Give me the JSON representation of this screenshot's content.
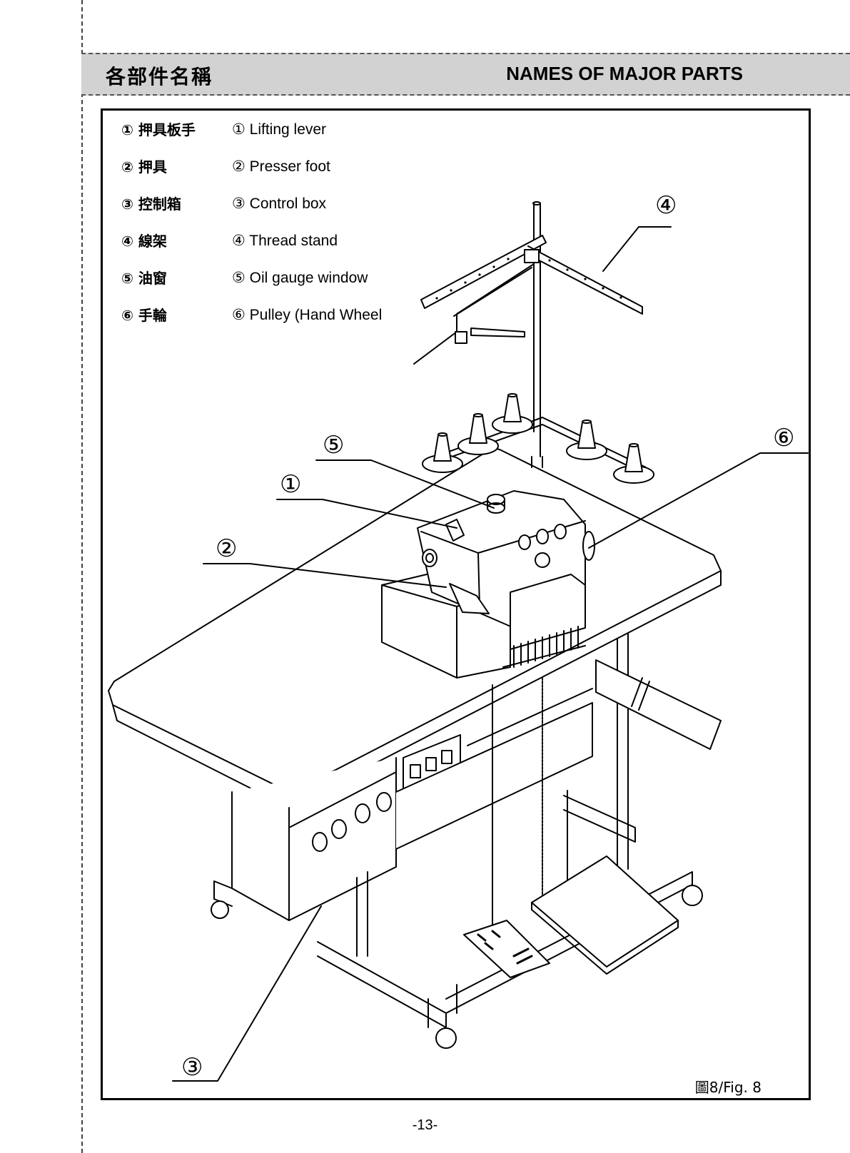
{
  "header": {
    "title_zh": "各部件名稱",
    "title_en": "NAMES OF MAJOR PARTS"
  },
  "parts": [
    {
      "zh": "① 押具板手",
      "en": "① Lifting lever"
    },
    {
      "zh": "② 押具",
      "en": "② Presser foot"
    },
    {
      "zh": "③ 控制箱",
      "en": "③ Control box"
    },
    {
      "zh": "④ 線架",
      "en": "④ Thread stand"
    },
    {
      "zh": "⑤ 油窗",
      "en": "⑤ Oil gauge window"
    },
    {
      "zh": "⑥ 手輪",
      "en": "⑥ Pulley (Hand Wheel"
    }
  ],
  "callouts": {
    "c1": "①",
    "c2": "②",
    "c3": "③",
    "c4": "④",
    "c5": "⑤",
    "c6": "⑥"
  },
  "figure_caption": "圖8/Fig. 8",
  "page_number": "-13-"
}
